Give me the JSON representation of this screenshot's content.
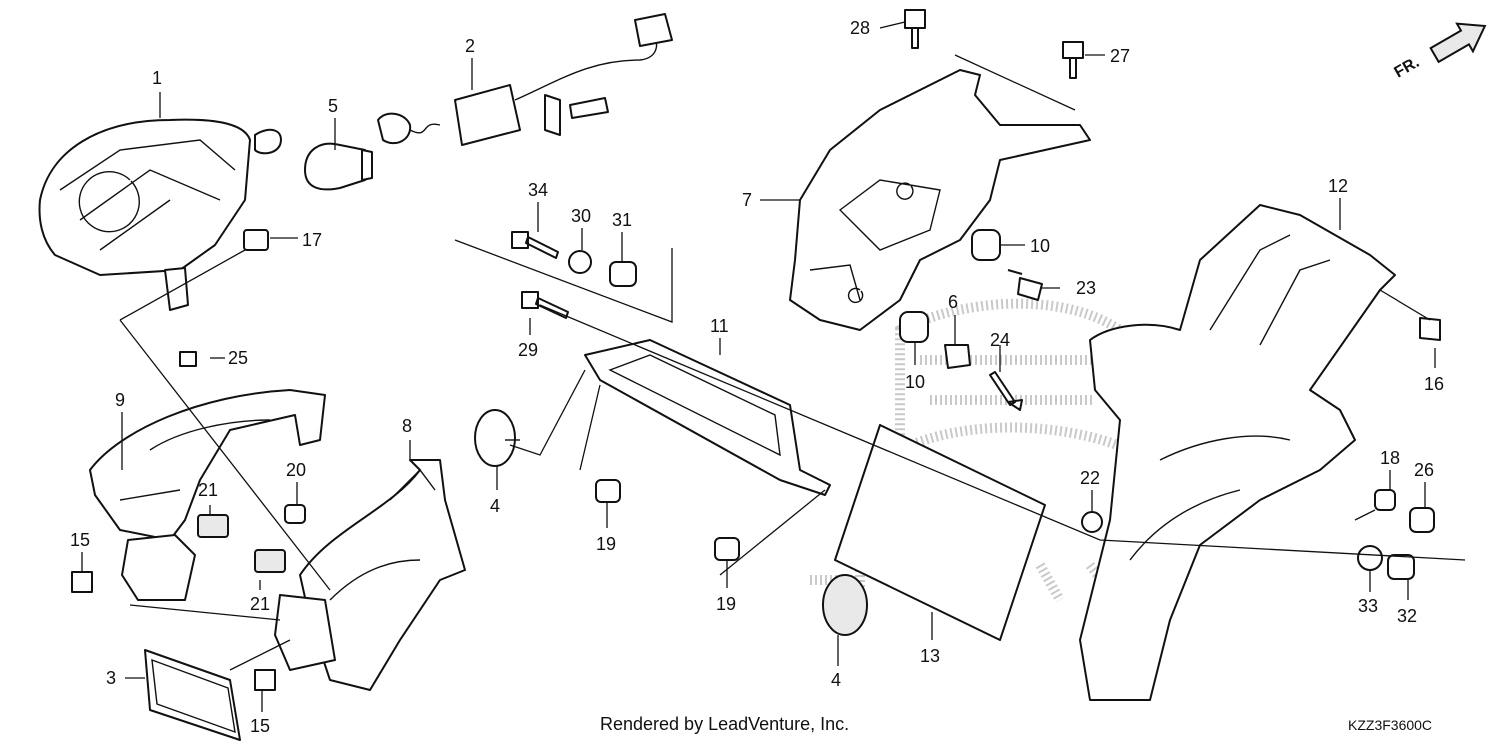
{
  "callouts": {
    "c1": "1",
    "c2": "2",
    "c3": "3",
    "c4a": "4",
    "c4b": "4",
    "c5": "5",
    "c6": "6",
    "c7": "7",
    "c8": "8",
    "c9": "9",
    "c10a": "10",
    "c10b": "10",
    "c11": "11",
    "c12": "12",
    "c13": "13",
    "c15a": "15",
    "c15b": "15",
    "c16": "16",
    "c17": "17",
    "c18": "18",
    "c19a": "19",
    "c19b": "19",
    "c20": "20",
    "c21a": "21",
    "c21b": "21",
    "c22": "22",
    "c23": "23",
    "c24": "24",
    "c25": "25",
    "c26": "26",
    "c27": "27",
    "c28": "28",
    "c29": "29",
    "c30": "30",
    "c31": "31",
    "c32": "32",
    "c33": "33",
    "c34": "34"
  },
  "direction_label": "FR.",
  "footer": {
    "credit": "Rendered by LeadVenture, Inc.",
    "diagram_code": "KZZ3F3600C"
  },
  "watermark_icon": "honda-wing-logo",
  "colors": {
    "line": "#111111",
    "watermark": "#c9c9c9",
    "background": "#ffffff"
  }
}
